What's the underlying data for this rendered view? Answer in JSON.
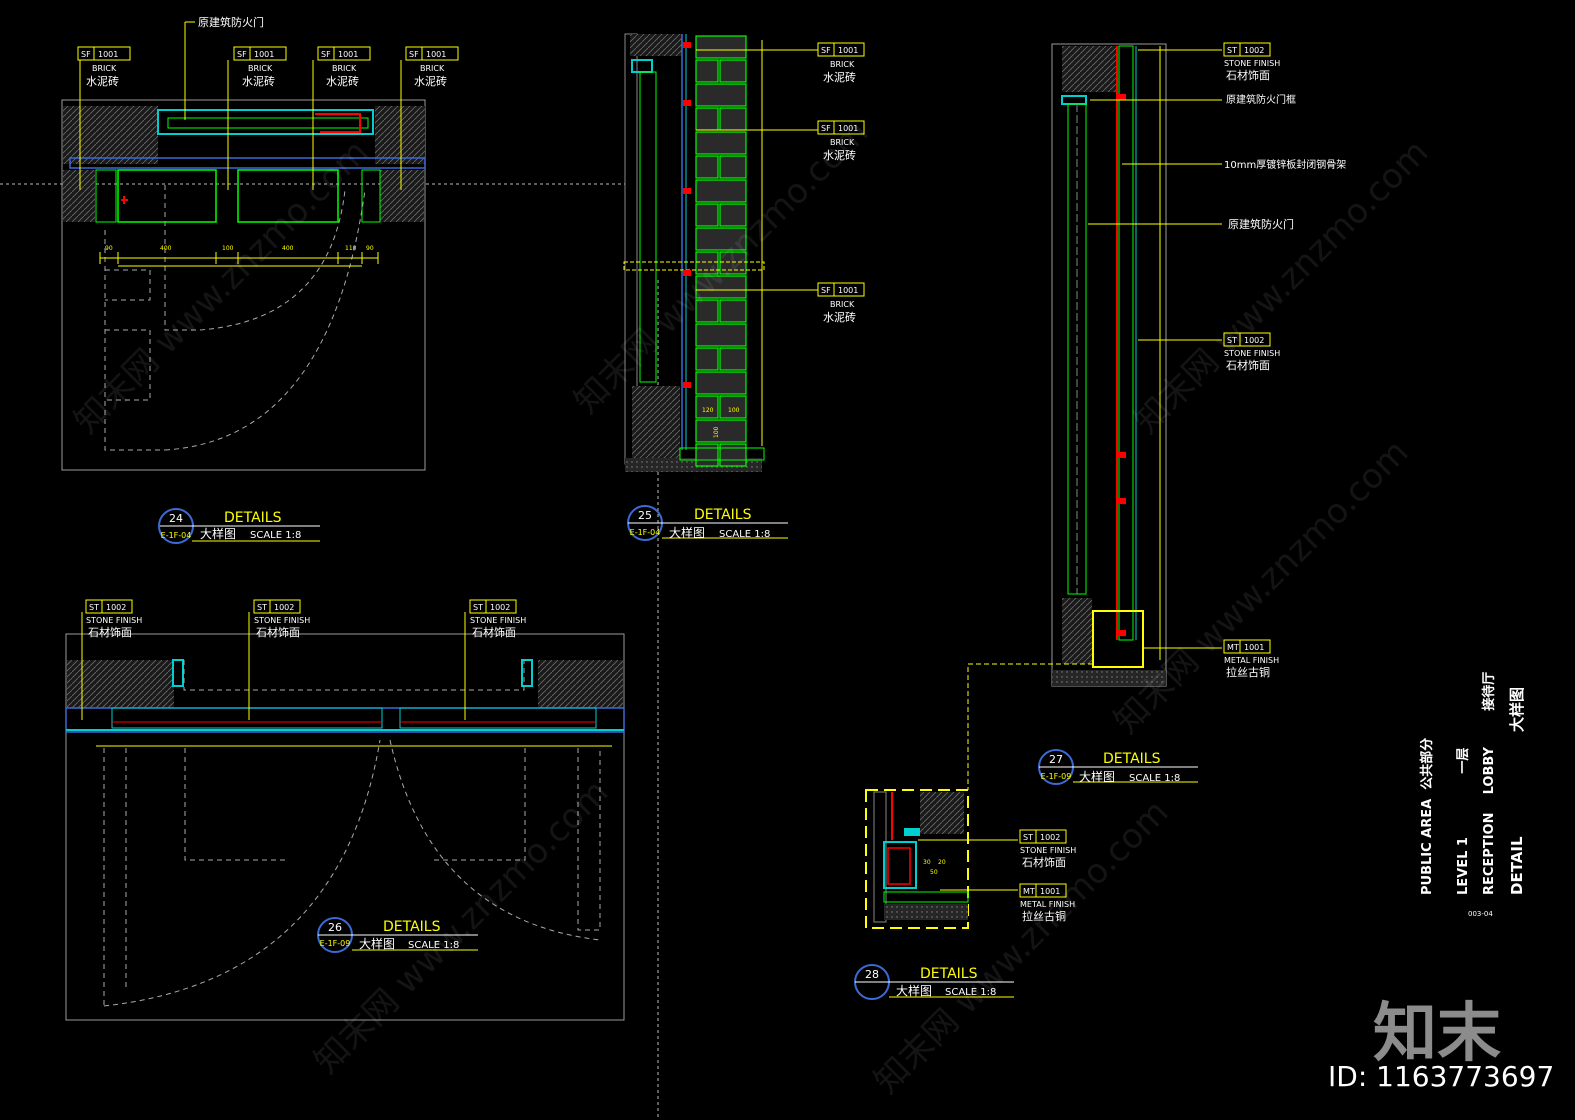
{
  "notes": {
    "orig_fire_door": "原建筑防火门",
    "orig_fire_door_frame": "原建筑防火门框",
    "steel_frame": "10mm厚镀锌板封闭钢骨架",
    "fire_door_2": "原建筑防火门"
  },
  "tags": {
    "sf_code": "SF",
    "sf_num": "1001",
    "brick_en": "BRICK",
    "brick_cn": "水泥砖",
    "st_code": "ST",
    "st_num": "1002",
    "stone_en": "STONE FINISH",
    "stone_cn": "石材饰面",
    "mt_code": "MT",
    "mt_num": "1001",
    "metal_en": "METAL FINISH",
    "metal_cn": "拉丝古铜"
  },
  "details": [
    {
      "num": "24",
      "ref": "E-1F-04",
      "title": "DETAILS",
      "cn": "大样图",
      "scale": "SCALE  1:8"
    },
    {
      "num": "25",
      "ref": "E-1F-04",
      "title": "DETAILS",
      "cn": "大样图",
      "scale": "SCALE  1:8"
    },
    {
      "num": "26",
      "ref": "E-1F-09",
      "title": "DETAILS",
      "cn": "大样图",
      "scale": "SCALE  1:8"
    },
    {
      "num": "27",
      "ref": "E-1F-09",
      "title": "DETAILS",
      "cn": "大样图",
      "scale": "SCALE  1:8"
    },
    {
      "num": "28",
      "ref": "",
      "title": "DETAILS",
      "cn": "大样图",
      "scale": "SCALE  1:8"
    }
  ],
  "dims24": [
    "90",
    "400",
    "100",
    "400",
    "110",
    "90"
  ],
  "dims25": [
    "120",
    "100",
    "100"
  ],
  "dims28": [
    "30",
    "20",
    "50"
  ],
  "titleblock": {
    "area_en": "PUBLIC AREA",
    "area_cn": "公共部分",
    "level_en": "LEVEL 1",
    "level_cn": "一层",
    "room_en": "RECEPTION",
    "room_en2": "LOBBY",
    "room_cn": "接待厅",
    "detail_en": "DETAIL",
    "detail_cn": "大样图",
    "sheet": "003-04"
  },
  "brand": {
    "logo": "知末",
    "id": "ID: 1163773697"
  },
  "watermark": "知末网 www.znzmo.com"
}
